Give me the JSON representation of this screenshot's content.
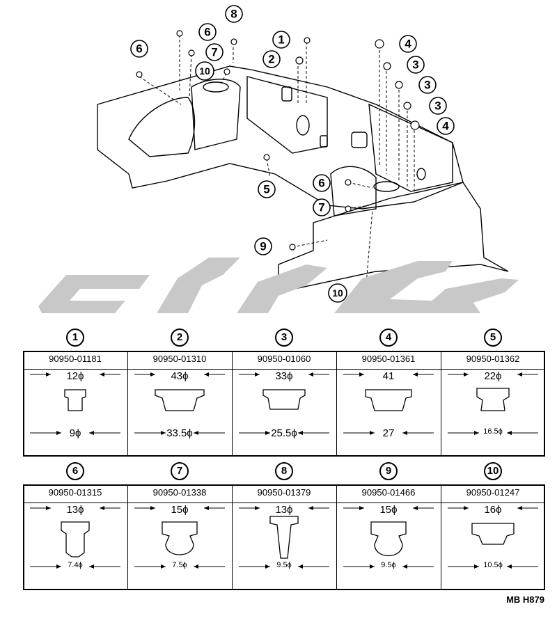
{
  "diagram": {
    "callouts": [
      "1",
      "2",
      "3",
      "3",
      "3",
      "4",
      "4",
      "5",
      "6",
      "6",
      "7",
      "7",
      "8",
      "9",
      "10",
      "10"
    ]
  },
  "parts": [
    {
      "index": "1",
      "part_no": "90950-01181",
      "top_dim": "12ϕ",
      "bottom_dim": "9ϕ"
    },
    {
      "index": "2",
      "part_no": "90950-01310",
      "top_dim": "43ϕ",
      "bottom_dim": "33.5ϕ"
    },
    {
      "index": "3",
      "part_no": "90950-01060",
      "top_dim": "33ϕ",
      "bottom_dim": "25.5ϕ"
    },
    {
      "index": "4",
      "part_no": "90950-01361",
      "top_dim": "41",
      "bottom_dim": "27"
    },
    {
      "index": "5",
      "part_no": "90950-01362",
      "top_dim": "22ϕ",
      "bottom_dim": "16.5ϕ"
    },
    {
      "index": "6",
      "part_no": "90950-01315",
      "top_dim": "13ϕ",
      "bottom_dim": "7.4ϕ"
    },
    {
      "index": "7",
      "part_no": "90950-01338",
      "top_dim": "15ϕ",
      "bottom_dim": "7.5ϕ"
    },
    {
      "index": "8",
      "part_no": "90950-01379",
      "top_dim": "13ϕ",
      "bottom_dim": "9.5ϕ"
    },
    {
      "index": "9",
      "part_no": "90950-01466",
      "top_dim": "15ϕ",
      "bottom_dim": "9.5ϕ"
    },
    {
      "index": "10",
      "part_no": "90950-01247",
      "top_dim": "16ϕ",
      "bottom_dim": "10.5ϕ"
    }
  ],
  "footer": {
    "code": "MB  H879"
  },
  "colors": {
    "line": "#000000",
    "watermark": "#c8c8c8"
  }
}
